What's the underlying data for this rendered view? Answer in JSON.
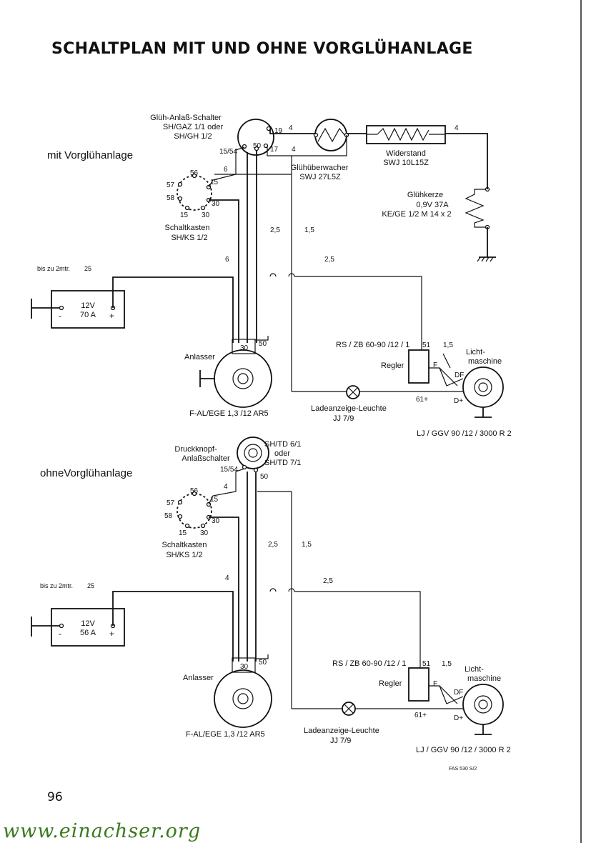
{
  "page": {
    "title": "SCHALTPLAN MIT UND OHNE VORGLÜHANLAGE",
    "page_number": "96",
    "watermark": "www.einachser.org"
  },
  "top": {
    "section_label": "mit Vorglühanlage",
    "switch": {
      "line1": "Glüh-Anlaß-Schalter",
      "line2": "SH/GAZ 1/1  oder",
      "line3": "SH/GH  1/2",
      "t19": "19",
      "t1554": "15/54",
      "t50": "50",
      "t17": "17"
    },
    "monitor": {
      "line1": "Glühüberwacher",
      "line2": "SWJ 27L5Z"
    },
    "resistor": {
      "line1": "Widerstand",
      "line2": "SWJ 10L15Z"
    },
    "plug": {
      "line1": "Glühkerze",
      "line2": "0,9V 37A",
      "line3": "KE/GE 1/2 M 14 x 2"
    },
    "box": {
      "line1": "Schaltkasten",
      "line2": "SH/KS 1/2",
      "t56": "56",
      "t57": "57",
      "t58": "58",
      "t15a": "15",
      "t15b": "15",
      "t30a": "30",
      "t30b": "30"
    },
    "battery": {
      "note": "bis zu 2mtr.",
      "wire": "25",
      "v": "12V",
      "a": "70 A",
      "minus": "-",
      "plus": "+"
    },
    "starter": {
      "label": "Anlasser",
      "type": "F-AL/EGE 1,3 /12 AR5",
      "t30": "30",
      "t50": "50"
    },
    "regulator": {
      "label": "Regler",
      "type": "RS / ZB 60-90 /12 / 1",
      "t51": "51",
      "tF": "F",
      "t61": "61+"
    },
    "lamp": {
      "line1": "Ladeanzeige-Leuchte",
      "line2": "JJ 7/9"
    },
    "generator": {
      "line1": "Licht-",
      "line2": "maschine",
      "type": "LJ / GGV 90 /12 / 3000 R 2",
      "tDF": "DF",
      "tD": "D+"
    },
    "wires": {
      "w4a": "4",
      "w4b": "4",
      "w4c": "4",
      "w6a": "6",
      "w6b": "6",
      "w25": "2,5",
      "w15": "1,5",
      "w25b": "2,5",
      "w15b": "1,5"
    }
  },
  "bottom": {
    "section_label": "ohneVorglühanlage",
    "switch": {
      "line1": "Druckknopf-",
      "line2": "Anlaßschalter",
      "opt1": "SH/TD 6/1",
      "opt2": "oder",
      "opt3": "SH/TD 7/1",
      "t1554": "15/54",
      "t50": "50"
    },
    "box": {
      "line1": "Schaltkasten",
      "line2": "SH/KS 1/2",
      "t56": "56",
      "t57": "57",
      "t58": "58",
      "t15a": "15",
      "t15b": "15",
      "t30a": "30",
      "t30b": "30"
    },
    "battery": {
      "note": "bis zu 2mtr.",
      "wire": "25",
      "v": "12V",
      "a": "56 A",
      "minus": "-",
      "plus": "+"
    },
    "starter": {
      "label": "Anlasser",
      "type": "F-AL/EGE 1,3 /12 AR5",
      "t30": "30",
      "t50": "50"
    },
    "regulator": {
      "label": "Regler",
      "type": "RS / ZB 60-90 /12 / 1",
      "t51": "51",
      "tF": "F",
      "t61": "61+"
    },
    "lamp": {
      "line1": "Ladeanzeige-Leuchte",
      "line2": "JJ 7/9"
    },
    "generator": {
      "line1": "Licht-",
      "line2": "maschine",
      "type": "LJ / GGV 90 /12 / 3000 R 2",
      "tDF": "DF",
      "tD": "D+"
    },
    "wires": {
      "w4a": "4",
      "w4b": "4",
      "w25": "2,5",
      "w15": "1,5",
      "w25b": "2,5",
      "w15b": "1,5"
    },
    "code": "FAS 530 S/2"
  }
}
